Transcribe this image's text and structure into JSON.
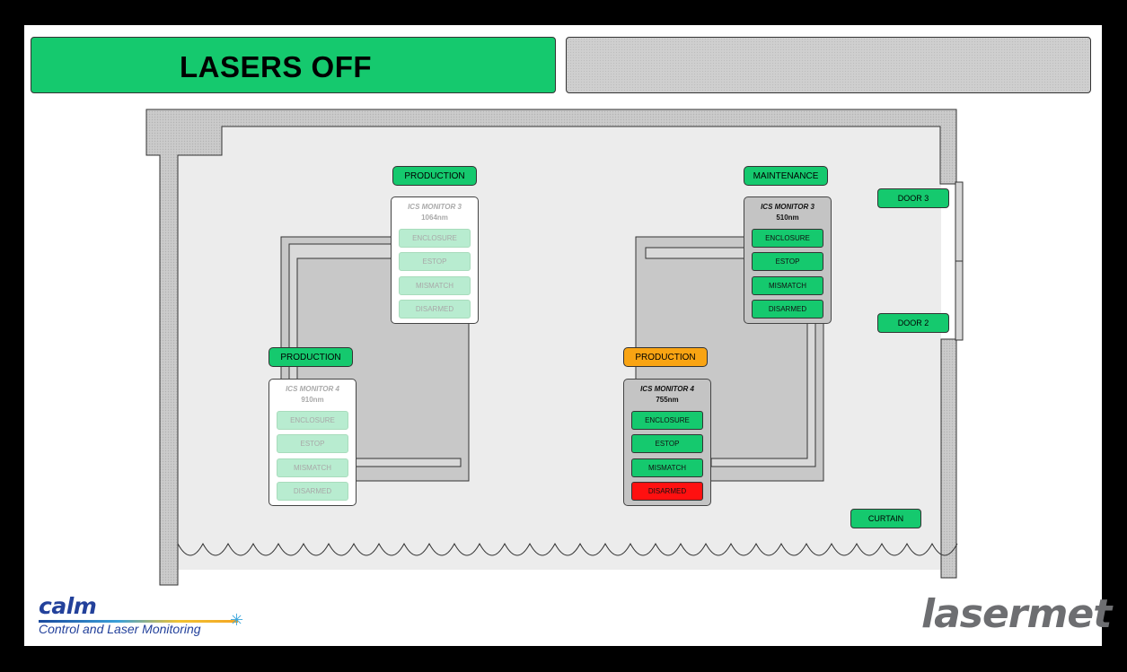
{
  "status": {
    "text": "LASERS OFF",
    "color": "#15c96e"
  },
  "message": {
    "text": ""
  },
  "zones": [
    {
      "mode": "PRODUCTION",
      "mode_color": "#15c96e",
      "monitor": "ICS MONITOR 3",
      "wavelength": "1064nm",
      "active": false,
      "interlocks": [
        "ENCLOSURE",
        "ESTOP",
        "MISMATCH",
        "DISARMED"
      ]
    },
    {
      "mode": "PRODUCTION",
      "mode_color": "#15c96e",
      "monitor": "ICS MONITOR 4",
      "wavelength": "910nm",
      "active": false,
      "interlocks": [
        "ENCLOSURE",
        "ESTOP",
        "MISMATCH",
        "DISARMED"
      ]
    },
    {
      "mode": "MAINTENANCE",
      "mode_color": "#15c96e",
      "monitor": "ICS MONITOR 3",
      "wavelength": "510nm",
      "active": true,
      "interlocks": [
        "ENCLOSURE",
        "ESTOP",
        "MISMATCH",
        "DISARMED"
      ]
    },
    {
      "mode": "PRODUCTION",
      "mode_color": "#f9a413",
      "monitor": "ICS MONITOR 4",
      "wavelength": "755nm",
      "active": true,
      "interlocks": [
        "ENCLOSURE",
        "ESTOP",
        "MISMATCH",
        "DISARMED"
      ],
      "fault": "DISARMED",
      "fault_color": "#ff1010"
    }
  ],
  "devices": {
    "door3": "DOOR 3",
    "door2": "DOOR 2",
    "curtain": "CURTAIN"
  },
  "logos": {
    "calm_word": "calm",
    "calm_tagline": "Control and Laser Monitoring",
    "lasermet": "lasermet"
  },
  "icons": {
    "calm_star": "asterisk-star-icon"
  }
}
